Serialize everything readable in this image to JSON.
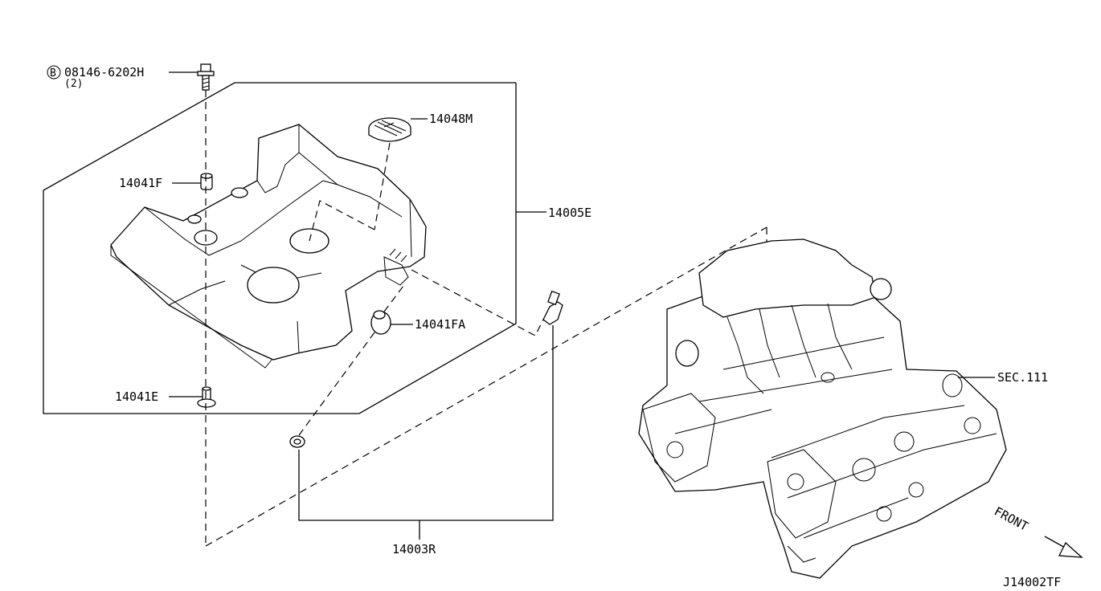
{
  "callouts": {
    "bolt": "08146-6202H",
    "bolt_qty": "(2)",
    "bolt_prefix": "B",
    "cap": "14048M",
    "grommet_f": "14041F",
    "cover_assy": "14005E",
    "grommet_fa": "14041FA",
    "grommet_e": "14041E",
    "sec": "SEC.111",
    "oring": "14003R",
    "front": "FRONT",
    "diagram_id": "J14002TF"
  }
}
